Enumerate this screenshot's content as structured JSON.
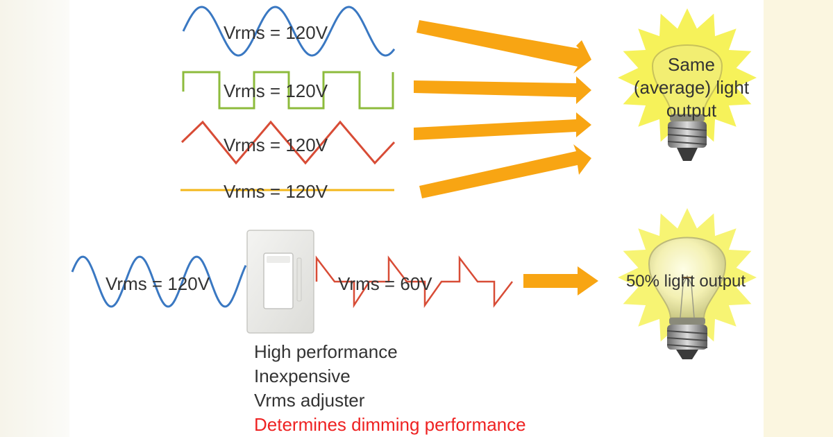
{
  "colors": {
    "sine": "#3a78c2",
    "square": "#8dbb3c",
    "triangle": "#d84c36",
    "dc": "#f3b71a",
    "dimmed": "#d84c36",
    "arrow": "#f8a513",
    "glow": "#f6f25a",
    "text": "#333333",
    "warning": "#ee2222"
  },
  "waveforms": {
    "sine_label": "Vrms = 120V",
    "square_label": "Vrms = 120V",
    "triangle_label": "Vrms = 120V",
    "dc_label": "Vrms = 120V"
  },
  "dimmer": {
    "input_label": "Vrms = 120V",
    "output_label": "Vrms = 60V",
    "icon": "light-switch-icon"
  },
  "bulbs": {
    "full": {
      "icon": "light-bulb-icon",
      "lines": [
        "Same",
        "(average) light",
        "output"
      ]
    },
    "dimmed": {
      "icon": "light-bulb-icon",
      "label": "50% light output"
    }
  },
  "notes": {
    "line1": "High performance",
    "line2": "Inexpensive",
    "line3": "Vrms adjuster",
    "warning": "Determines dimming performance"
  }
}
